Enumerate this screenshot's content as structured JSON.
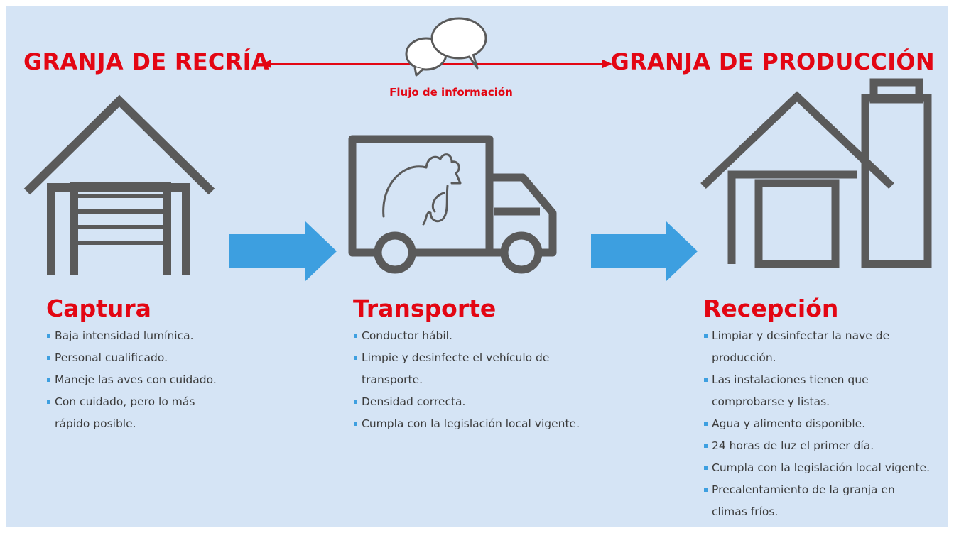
{
  "header": {
    "left_title": "GRANJA DE RECRÍA",
    "right_title": "GRANJA DE PRODUCCIÓN",
    "info_flow_label": "Flujo de información"
  },
  "icons": [
    "speech-bubbles-icon",
    "barn-garage-icon",
    "truck-with-hen-icon",
    "barn-with-silo-icon",
    "right-arrow-icon"
  ],
  "colors": {
    "background": "#d5e4f5",
    "accent_red": "#e30613",
    "arrow_blue": "#3d9fe0",
    "icon_gray": "#5a5a5a"
  },
  "stages": [
    {
      "title": "Captura",
      "items": [
        "Baja intensidad lumínica.",
        "Personal cualificado.",
        "Maneje las aves con cuidado.",
        "Con cuidado, pero lo más",
        "rápido posible."
      ]
    },
    {
      "title": "Transporte",
      "items": [
        "Conductor hábil.",
        "Limpie y desinfecte el vehículo de",
        "transporte.",
        "Densidad correcta.",
        "Cumpla con la legislación local vigente."
      ]
    },
    {
      "title": "Recepción",
      "items": [
        "Limpiar y desinfectar la nave de",
        "producción.",
        "Las instalaciones tienen que",
        "comprobarse y listas.",
        "Agua y alimento disponible.",
        "24 horas de luz el primer día.",
        "Cumpla con la legislación local vigente.",
        "Precalentamiento de la granja en",
        "climas fríos."
      ]
    }
  ]
}
